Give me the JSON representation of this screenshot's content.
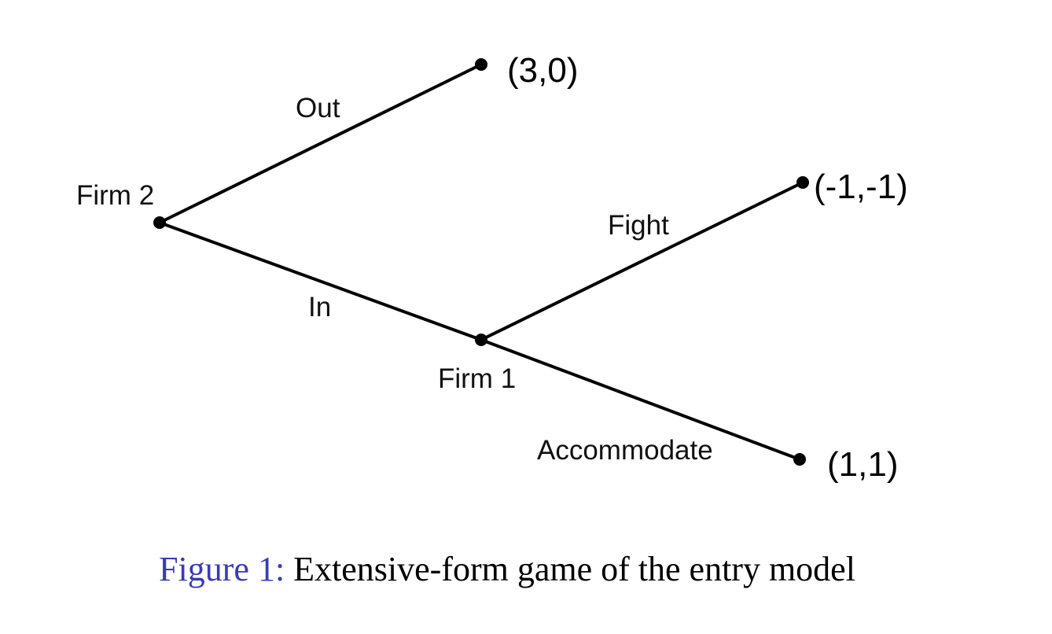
{
  "nodes": {
    "root": {
      "label": "Firm 2"
    },
    "firm1": {
      "label": "Firm 1"
    }
  },
  "edges": {
    "out": {
      "label": "Out"
    },
    "in": {
      "label": "In"
    },
    "fight": {
      "label": "Fight"
    },
    "accommodate": {
      "label": "Accommodate"
    }
  },
  "payoffs": {
    "out": "(3,0)",
    "fight": "(-1,-1)",
    "accommodate": "(1,1)"
  },
  "caption": {
    "number": "Figure 1:",
    "text": "Extensive-form game of the entry model"
  },
  "colors": {
    "line": "#000000",
    "caption_number": "#3b3bb0"
  }
}
